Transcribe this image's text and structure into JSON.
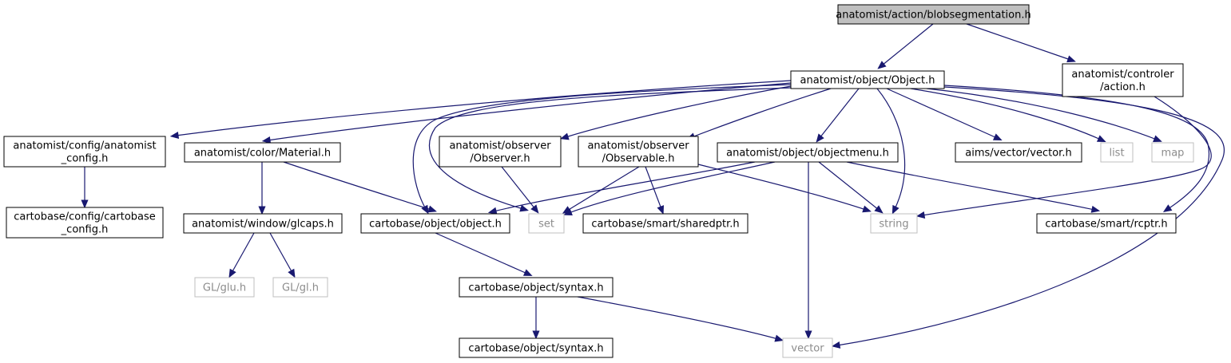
{
  "nodes": [
    {
      "id": "blobseg",
      "lines": [
        "anatomist/action/blobsegmentation.h"
      ],
      "kind": "root"
    },
    {
      "id": "object_h",
      "lines": [
        "anatomist/object/Object.h"
      ],
      "kind": "solid"
    },
    {
      "id": "controler_action",
      "lines": [
        "anatomist/controler",
        "/action.h"
      ],
      "kind": "solid"
    },
    {
      "id": "config_anatomist",
      "lines": [
        "anatomist/config/anatomist",
        "_config.h"
      ],
      "kind": "solid"
    },
    {
      "id": "material",
      "lines": [
        "anatomist/color/Material.h"
      ],
      "kind": "solid"
    },
    {
      "id": "observer",
      "lines": [
        "anatomist/observer",
        "/Observer.h"
      ],
      "kind": "solid"
    },
    {
      "id": "observable",
      "lines": [
        "anatomist/observer",
        "/Observable.h"
      ],
      "kind": "solid"
    },
    {
      "id": "objectmenu",
      "lines": [
        "anatomist/object/objectmenu.h"
      ],
      "kind": "solid"
    },
    {
      "id": "aims_vector",
      "lines": [
        "aims/vector/vector.h"
      ],
      "kind": "solid"
    },
    {
      "id": "list",
      "lines": [
        "list"
      ],
      "kind": "ext"
    },
    {
      "id": "map",
      "lines": [
        "map"
      ],
      "kind": "ext"
    },
    {
      "id": "cartobase_config",
      "lines": [
        "cartobase/config/cartobase",
        "_config.h"
      ],
      "kind": "solid"
    },
    {
      "id": "glcaps",
      "lines": [
        "anatomist/window/glcaps.h"
      ],
      "kind": "solid"
    },
    {
      "id": "carto_object",
      "lines": [
        "cartobase/object/object.h"
      ],
      "kind": "solid"
    },
    {
      "id": "set",
      "lines": [
        "set"
      ],
      "kind": "ext"
    },
    {
      "id": "sharedptr",
      "lines": [
        "cartobase/smart/sharedptr.h"
      ],
      "kind": "solid"
    },
    {
      "id": "string",
      "lines": [
        "string"
      ],
      "kind": "ext"
    },
    {
      "id": "rcptr",
      "lines": [
        "cartobase/smart/rcptr.h"
      ],
      "kind": "solid"
    },
    {
      "id": "glu",
      "lines": [
        "GL/glu.h"
      ],
      "kind": "ext"
    },
    {
      "id": "gl",
      "lines": [
        "GL/gl.h"
      ],
      "kind": "ext"
    },
    {
      "id": "syntax1",
      "lines": [
        "cartobase/object/syntax.h"
      ],
      "kind": "solid"
    },
    {
      "id": "syntax2",
      "lines": [
        "cartobase/object/syntax.h"
      ],
      "kind": "solid"
    },
    {
      "id": "vector",
      "lines": [
        "vector"
      ],
      "kind": "ext"
    }
  ],
  "edges": [
    {
      "from": "blobseg",
      "to": "object_h"
    },
    {
      "from": "blobseg",
      "to": "controler_action"
    },
    {
      "from": "object_h",
      "to": "config_anatomist"
    },
    {
      "from": "object_h",
      "to": "material"
    },
    {
      "from": "object_h",
      "to": "observer"
    },
    {
      "from": "object_h",
      "to": "observable"
    },
    {
      "from": "object_h",
      "to": "objectmenu"
    },
    {
      "from": "object_h",
      "to": "aims_vector"
    },
    {
      "from": "object_h",
      "to": "list"
    },
    {
      "from": "object_h",
      "to": "map"
    },
    {
      "from": "object_h",
      "to": "carto_object"
    },
    {
      "from": "object_h",
      "to": "set"
    },
    {
      "from": "object_h",
      "to": "string"
    },
    {
      "from": "object_h",
      "to": "rcptr"
    },
    {
      "from": "object_h",
      "to": "vector"
    },
    {
      "from": "controler_action",
      "to": "string"
    },
    {
      "from": "config_anatomist",
      "to": "cartobase_config"
    },
    {
      "from": "material",
      "to": "glcaps"
    },
    {
      "from": "material",
      "to": "carto_object"
    },
    {
      "from": "glcaps",
      "to": "glu"
    },
    {
      "from": "glcaps",
      "to": "gl"
    },
    {
      "from": "observer",
      "to": "set"
    },
    {
      "from": "observable",
      "to": "set"
    },
    {
      "from": "observable",
      "to": "sharedptr"
    },
    {
      "from": "observable",
      "to": "string"
    },
    {
      "from": "objectmenu",
      "to": "carto_object"
    },
    {
      "from": "objectmenu",
      "to": "set"
    },
    {
      "from": "objectmenu",
      "to": "string"
    },
    {
      "from": "objectmenu",
      "to": "rcptr"
    },
    {
      "from": "objectmenu",
      "to": "vector"
    },
    {
      "from": "carto_object",
      "to": "syntax1"
    },
    {
      "from": "syntax1",
      "to": "syntax2"
    },
    {
      "from": "syntax1",
      "to": "vector"
    }
  ]
}
